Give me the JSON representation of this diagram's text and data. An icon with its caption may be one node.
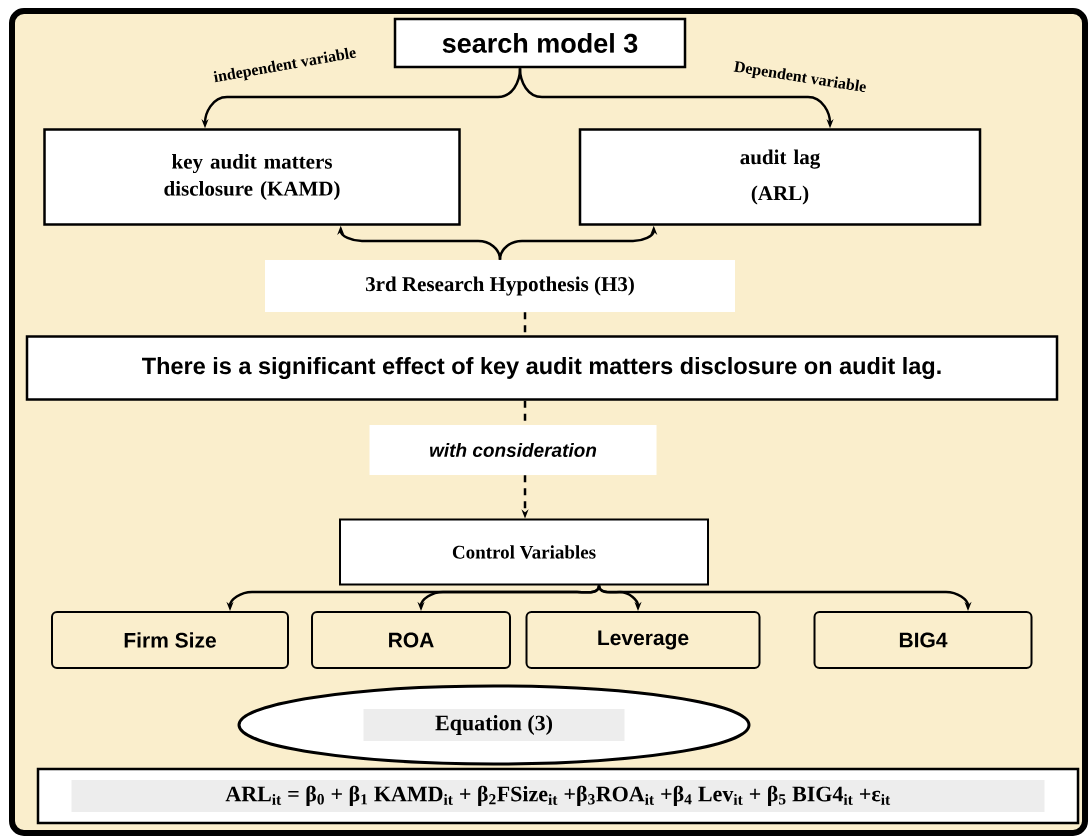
{
  "diagram": {
    "nodes": [
      {
        "text": [
          "search model 3"
        ]
      },
      {
        "text": [
          "key audit matters disclosure (KAMD)"
        ]
      },
      {
        "text": [
          "audit lag (ARL)"
        ]
      },
      {
        "text": [
          "3rd Research Hypothesis (H3)"
        ]
      },
      {
        "text": [
          "There is a significant effect of key audit matters disclosure on audit lag."
        ]
      },
      {
        "text": [
          "with consideration"
        ]
      },
      {
        "text": [
          "Control Variables"
        ]
      },
      {
        "text": [
          "Firm Size"
        ]
      },
      {
        "text": [
          "ROA"
        ]
      },
      {
        "text": [
          "Leverage"
        ]
      },
      {
        "text": [
          "BIG4"
        ]
      },
      {
        "text": [
          "Equation (3)"
        ]
      },
      {
        "text": [
          "ARL$_{it}$ = β$_{0}$ + β$_{1}$ KAMD$_{it}$ + β$_{2}$FSize$_{it}$ +β$_{3}$ROA$_{it}$ +β$_{4}$ Lev$_{it}$ + β$_{5}$ BIG4$_{it}$ +ε$_{it}$"
        ]
      }
    ],
    "edges": [
      {
        "from": 0,
        "to": 1,
        "arrow": "to",
        "label": "independent variable"
      },
      {
        "from": 0,
        "to": 2,
        "arrow": "to",
        "label": "Dependent variable"
      },
      {
        "from": 3,
        "to": 1,
        "arrow": "to"
      },
      {
        "from": 3,
        "to": 2,
        "arrow": "to"
      },
      {
        "from": 3,
        "to": 4,
        "arrow": "none",
        "style": "dashed"
      },
      {
        "from": 4,
        "to": 5,
        "arrow": "none",
        "style": "dashed"
      },
      {
        "from": 5,
        "to": 6,
        "arrow": "to",
        "style": "dashed"
      },
      {
        "from": 6,
        "to": 7,
        "arrow": "to"
      },
      {
        "from": 6,
        "to": 8,
        "arrow": "to"
      },
      {
        "from": 6,
        "to": 9,
        "arrow": "to"
      },
      {
        "from": 6,
        "to": 10,
        "arrow": "to"
      }
    ]
  }
}
